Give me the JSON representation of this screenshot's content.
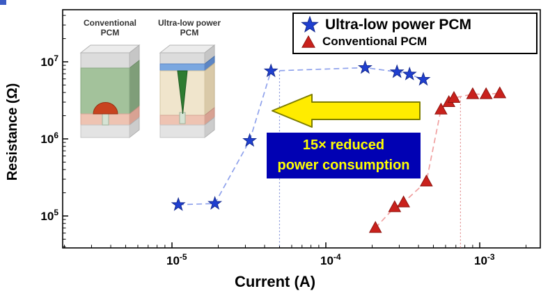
{
  "chart_data": {
    "type": "scatter",
    "title": "",
    "xlabel": "Current (A)",
    "ylabel": "Resistance (Ω)",
    "x_scale": "log",
    "y_scale": "log",
    "xlim": [
      2e-06,
      0.0024
    ],
    "ylim": [
      42000.0,
      45000000.0
    ],
    "x_tick_exponents": [
      -5,
      -4,
      -3
    ],
    "y_tick_exponents": [
      5,
      6,
      7
    ],
    "grid": false,
    "legend_position": "top-right",
    "series": [
      {
        "name": "Ultra-low power PCM",
        "marker": "star",
        "marker_color": "#1f3fd0",
        "line_color": "#8fa2ec",
        "line_style": "dashed",
        "x": [
          1.1e-05,
          1.9e-05,
          3.2e-05,
          4.4e-05,
          0.00018,
          0.00029,
          0.00035,
          0.00043
        ],
        "y": [
          140000.0,
          145000.0,
          950000.0,
          7600000.0,
          8400000.0,
          7400000.0,
          6900000.0,
          5900000.0
        ]
      },
      {
        "name": "Conventional PCM",
        "marker": "triangle",
        "marker_color": "#c9211c",
        "line_color": "#f0a0a0",
        "line_style": "dashed",
        "x": [
          0.00021,
          0.00028,
          0.00032,
          0.00045,
          0.00056,
          0.00063,
          0.00068,
          0.0009,
          0.0011,
          0.00135
        ],
        "y": [
          70000.0,
          130000.0,
          150000.0,
          280000.0,
          2400000.0,
          3000000.0,
          3400000.0,
          3800000.0,
          3800000.0,
          3900000.0
        ]
      }
    ],
    "reference_lines": [
      {
        "x": 5e-05,
        "y_top": 7600000.0,
        "color": "#8090d8",
        "style": "dotted"
      },
      {
        "x": 0.00075,
        "y_top": 3500000.0,
        "color": "#e08888",
        "style": "dotted"
      }
    ]
  },
  "legend": {
    "items": [
      {
        "label": "Ultra-low power PCM",
        "marker": "star",
        "color": "#1f3fd0"
      },
      {
        "label": "Conventional PCM",
        "marker": "triangle",
        "color": "#c9211c"
      }
    ]
  },
  "inset": {
    "left_device": {
      "label_line1": "Conventional",
      "label_line2": "PCM"
    },
    "right_device": {
      "label_line1": "Ultra-low power",
      "label_line2": "PCM"
    }
  },
  "annotations": {
    "callout": {
      "line1": "15× reduced",
      "line2": "power consumption",
      "bg_color": "#0101b3",
      "text_color": "#ffff00"
    },
    "arrow": {
      "direction": "left",
      "fill": "#ffec00",
      "stroke": "#7d7d00"
    }
  }
}
